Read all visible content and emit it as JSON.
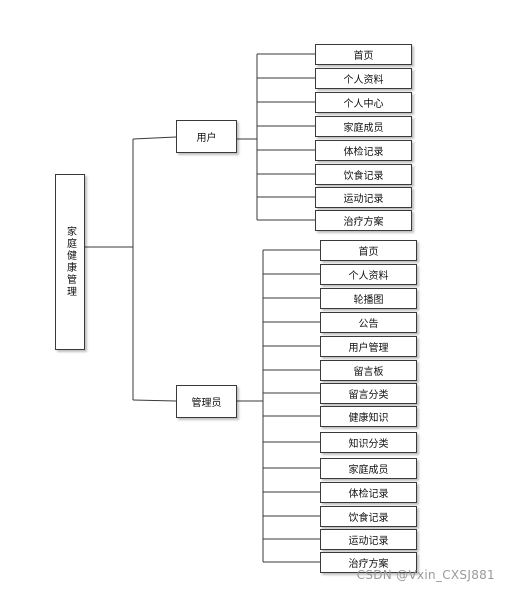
{
  "root": {
    "label": "家庭健康管理"
  },
  "roles": {
    "user": {
      "label": "用户",
      "items": [
        "首页",
        "个人资料",
        "个人中心",
        "家庭成员",
        "体检记录",
        "饮食记录",
        "运动记录",
        "治疗方案"
      ]
    },
    "admin": {
      "label": "管理员",
      "items": [
        "首页",
        "个人资料",
        "轮播图",
        "公告",
        "用户管理",
        "留言板",
        "留言分类",
        "健康知识",
        "知识分类",
        "家庭成员",
        "体检记录",
        "饮食记录",
        "运动记录",
        "治疗方案"
      ]
    }
  },
  "watermark": "CSDN @Vxin_CXSJ881",
  "colors": {
    "line": "#3a3a3a",
    "box_border": "#3a3a3a",
    "watermark": "#9a9a9a"
  }
}
